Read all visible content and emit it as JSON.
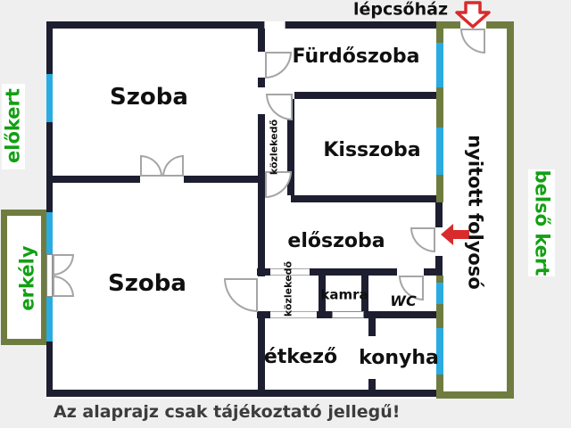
{
  "labels": {
    "staircase": "lépcsőház",
    "room_top": "Szoba",
    "room_bottom": "Szoba",
    "bathroom": "Fürdőszoba",
    "small_room": "Kisszoba",
    "hallway": "előszoba",
    "corridor_upper": "közlekedő",
    "corridor_lower": "közlekedő",
    "pantry": "kamra",
    "wc": "WC",
    "dining": "étkező",
    "kitchen": "konyha",
    "open_corridor": "nyitott folyosó",
    "front_garden": "előkert",
    "balcony": "erkély",
    "inner_garden": "belső kert",
    "disclaimer": "Az alaprajz csak tájékoztató jellegű!"
  },
  "colors": {
    "wall": "#1e1e31",
    "outdoor_wall": "#6f7c40",
    "window": "#2aabe2",
    "garden_text": "#12a012",
    "arrow": "#d92b2b",
    "background": "#efefef",
    "disclaimer": "#3c3c3c"
  }
}
